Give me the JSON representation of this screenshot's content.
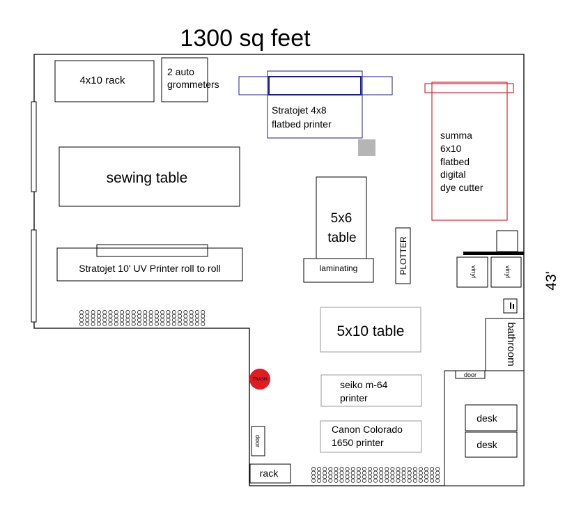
{
  "title": "1300 sq feet",
  "dimension_label": "43'",
  "colors": {
    "line": "#000000",
    "blue": "#1a1a8c",
    "red": "#d9262c",
    "gray": "#999999",
    "light_gray": "#b5b5b5",
    "trash_fill": "#e11b22"
  },
  "rooms": {
    "rack_4x10": "4x10 rack",
    "grommeters": [
      "2 auto",
      "grommeters"
    ],
    "stratojet_4x8": [
      "Stratojet 4x8",
      "flatbed printer"
    ],
    "summa": [
      "summa",
      "6x10",
      "flatbed",
      "digital",
      "dye cutter"
    ],
    "sewing_table": "sewing table",
    "table_5x6": [
      "5x6",
      "table"
    ],
    "plotter": "PLOTTER",
    "laminating": "laminating",
    "stratojet_uv": "Stratojet 10' UV Printer roll to roll",
    "vinyl_1": "vinyl",
    "vinyl_2": "vinyl",
    "bathroom": "bathroom",
    "table_5x10": "5x10 table",
    "trash": "TRASH",
    "seiko": [
      "seiko m-64",
      "printer"
    ],
    "canon": [
      "Canon Colorado",
      "1650 printer"
    ],
    "door_office": "door",
    "door_left": "door",
    "desk_1": "desk",
    "desk_2": "desk",
    "rack": "rack"
  }
}
